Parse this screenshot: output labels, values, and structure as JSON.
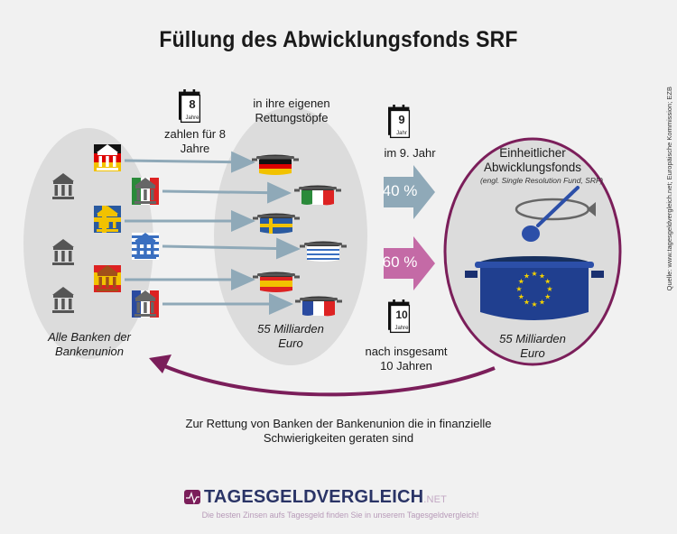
{
  "title": "Füllung des Abwicklungsfonds SRF",
  "source": "Quelle: www.tagesgeldvergleich.net; Europäische Kommission; EZB",
  "left_group": {
    "caption": "Alle Banken der Bankenunion"
  },
  "pay_step": {
    "calendar_number": "8",
    "calendar_word": "Jahre",
    "label": "zahlen für 8 Jahre"
  },
  "national_pots": {
    "heading": "in ihre eigenen Rettungstöpfe",
    "amount": "55 Milliarden Euro",
    "flags": [
      "germany",
      "italy",
      "sweden",
      "greece",
      "spain",
      "france"
    ]
  },
  "transfer_1": {
    "calendar_number": "9",
    "calendar_word": "Jahr",
    "label": "im 9. Jahr",
    "percent": "40 %"
  },
  "transfer_2": {
    "calendar_number": "10",
    "calendar_word": "Jahre",
    "label": "nach insgesamt 10 Jahren",
    "percent": "60 %"
  },
  "fund": {
    "title": "Einheitlicher Abwicklungsfonds",
    "subtitle": "(engl. Single Resolution Fund, SRF)",
    "amount": "55 Milliarden Euro"
  },
  "return_caption": "Zur Rettung von Banken der Bankenunion die in finanzielle Schwierigkeiten geraten sind",
  "brand": {
    "name": "TAGESGELDVERGLEICH",
    "tld": ".NET",
    "tagline": "Die besten Zinsen aufs Tagesgeld finden Sie in unserem Tagesgeldvergleich!"
  },
  "colors": {
    "accent_purple": "#7b1e5a",
    "arrow_blue": "#8fa9b8",
    "arrow_pink": "#c46aa6",
    "eu_blue": "#203f8f"
  }
}
